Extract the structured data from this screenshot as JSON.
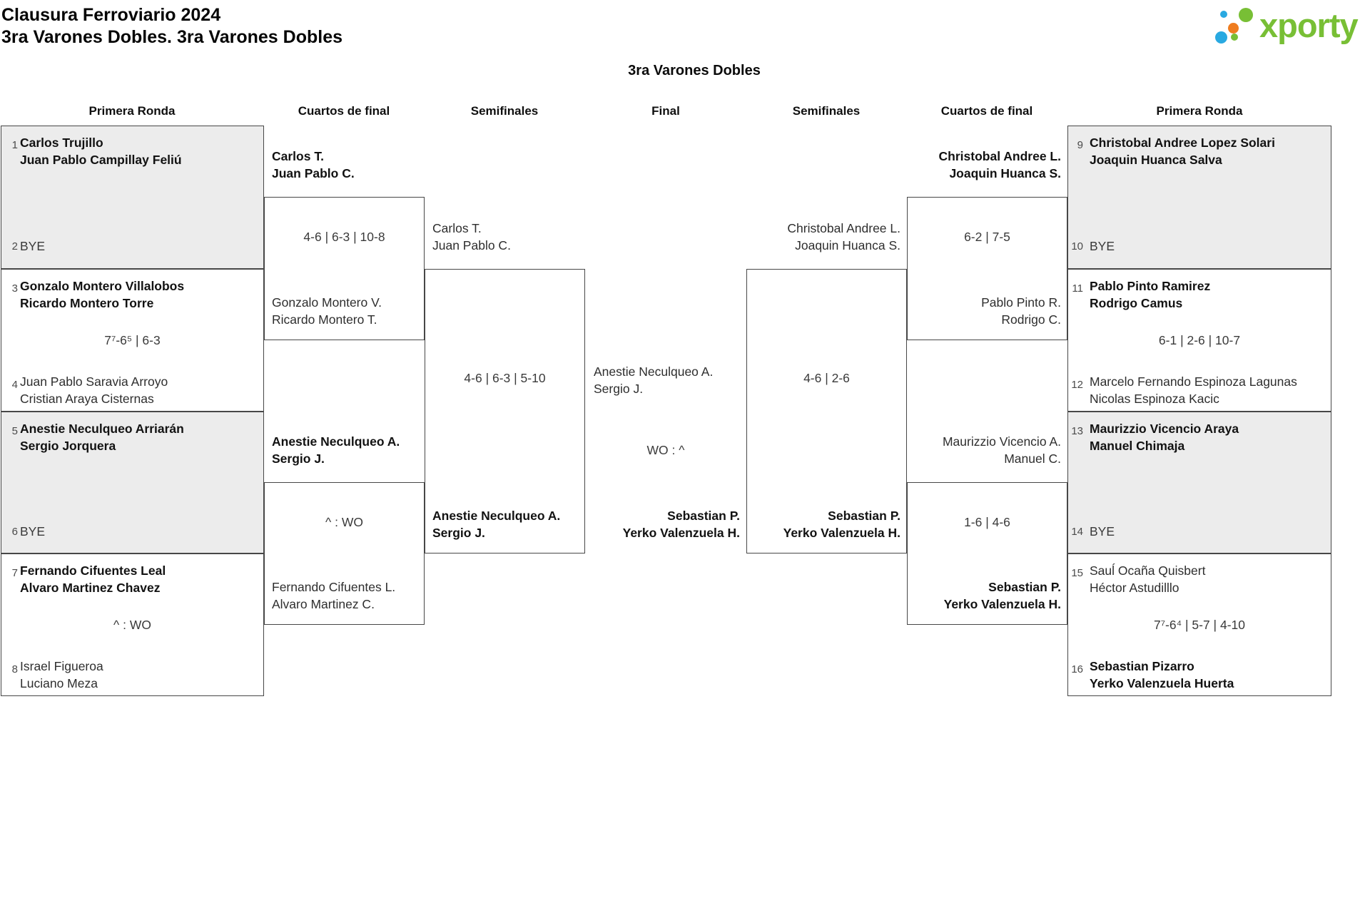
{
  "header": {
    "title_line1": "Clausura Ferroviario 2024",
    "title_line2": "3ra Varones Dobles. 3ra Varones Dobles"
  },
  "logo": {
    "text": "xporty",
    "brand_green": "#78bf35",
    "brand_blue": "#29a9e1",
    "brand_orange": "#ef7c1f"
  },
  "bracket": {
    "title": "3ra Varones Dobles",
    "round_headers": [
      "Primera Ronda",
      "Cuartos de final",
      "Semifinales",
      "Final",
      "Semifinales",
      "Cuartos de final",
      "Primera Ronda"
    ],
    "colors": {
      "shaded_box_bg": "#ececec",
      "box_border": "#474747"
    },
    "first_round_left": [
      {
        "top_seed": "1",
        "top_names": [
          "Carlos Trujillo",
          "Juan Pablo Campillay Feliú"
        ],
        "top_winner": true,
        "score": "",
        "bottom_seed": "2",
        "bottom_names": [
          "BYE"
        ],
        "bottom_winner": false,
        "shaded": true
      },
      {
        "top_seed": "3",
        "top_names": [
          "Gonzalo Montero Villalobos",
          "Ricardo Montero Torre"
        ],
        "top_winner": true,
        "score": "7⁷-6⁵ | 6-3",
        "bottom_seed": "4",
        "bottom_names": [
          "Juan Pablo Saravia Arroyo",
          "Cristian Araya Cisternas"
        ],
        "bottom_winner": false,
        "shaded": false
      },
      {
        "top_seed": "5",
        "top_names": [
          "Anestie Neculqueo Arriarán",
          "Sergio Jorquera"
        ],
        "top_winner": true,
        "score": "",
        "bottom_seed": "6",
        "bottom_names": [
          "BYE"
        ],
        "bottom_winner": false,
        "shaded": true
      },
      {
        "top_seed": "7",
        "top_names": [
          "Fernando Cifuentes Leal",
          "Alvaro Martinez Chavez"
        ],
        "top_winner": true,
        "score": "^ : WO",
        "bottom_seed": "8",
        "bottom_names": [
          "Israel Figueroa",
          "Luciano Meza"
        ],
        "bottom_winner": false,
        "shaded": false
      }
    ],
    "first_round_right": [
      {
        "top_seed": "9",
        "top_names": [
          "Christobal Andree Lopez Solari",
          "Joaquin Huanca Salva"
        ],
        "top_winner": true,
        "score": "",
        "bottom_seed": "10",
        "bottom_names": [
          "BYE"
        ],
        "bottom_winner": false,
        "shaded": true
      },
      {
        "top_seed": "11",
        "top_names": [
          "Pablo Pinto Ramirez",
          "Rodrigo Camus"
        ],
        "top_winner": true,
        "score": "6-1 | 2-6 | 10-7",
        "bottom_seed": "12",
        "bottom_names": [
          "Marcelo Fernando Espinoza Lagunas",
          "Nicolas Espinoza Kacic"
        ],
        "bottom_winner": false,
        "shaded": false
      },
      {
        "top_seed": "13",
        "top_names": [
          "Maurizzio Vicencio Araya",
          "Manuel Chimaja"
        ],
        "top_winner": true,
        "score": "",
        "bottom_seed": "14",
        "bottom_names": [
          "BYE"
        ],
        "bottom_winner": false,
        "shaded": true
      },
      {
        "top_seed": "15",
        "top_names": [
          "Sauĺ Ocaña Quisbert",
          "Héctor Astudilllo"
        ],
        "top_winner": false,
        "score": "7⁷-6⁴ | 5-7 | 4-10",
        "bottom_seed": "16",
        "bottom_names": [
          "Sebastian Pizarro",
          "Yerko Valenzuela Huerta"
        ],
        "bottom_winner": true,
        "shaded": false
      }
    ],
    "quarterfinals_left": [
      {
        "top_names": [
          "Carlos T.",
          "Juan Pablo C."
        ],
        "top_winner": true,
        "score": "4-6 | 6-3 | 10-8",
        "bottom_names": [
          "Gonzalo Montero V.",
          "Ricardo Montero T."
        ],
        "bottom_winner": false
      },
      {
        "top_names": [
          "Anestie Neculqueo A.",
          "Sergio J."
        ],
        "top_winner": true,
        "score": "^ : WO",
        "bottom_names": [
          "Fernando Cifuentes L.",
          "Alvaro Martinez C."
        ],
        "bottom_winner": false
      }
    ],
    "quarterfinals_right": [
      {
        "top_names": [
          "Christobal Andree L.",
          "Joaquin Huanca S."
        ],
        "top_winner": true,
        "score": "6-2 | 7-5",
        "bottom_names": [
          "Pablo Pinto R.",
          "Rodrigo C."
        ],
        "bottom_winner": false
      },
      {
        "top_names": [
          "Maurizzio Vicencio A.",
          "Manuel C."
        ],
        "top_winner": false,
        "score": "1-6 | 4-6",
        "bottom_names": [
          "Sebastian P.",
          "Yerko Valenzuela H."
        ],
        "bottom_winner": true
      }
    ],
    "semifinal_left": {
      "top_names": [
        "Carlos T.",
        "Juan Pablo C."
      ],
      "top_winner": false,
      "score": "4-6 | 6-3 | 5-10",
      "bottom_names": [
        "Anestie Neculqueo A.",
        "Sergio J."
      ],
      "bottom_winner": true
    },
    "semifinal_right": {
      "top_names": [
        "Christobal Andree L.",
        "Joaquin Huanca S."
      ],
      "top_winner": false,
      "score": "4-6 | 2-6",
      "bottom_names": [
        "Sebastian P.",
        "Yerko Valenzuela H."
      ],
      "bottom_winner": true
    },
    "final": {
      "top_names": [
        "Anestie Neculqueo A.",
        "Sergio J."
      ],
      "top_winner": false,
      "score": "WO : ^",
      "bottom_names": [
        "Sebastian P.",
        "Yerko Valenzuela H."
      ],
      "bottom_winner": true
    }
  }
}
